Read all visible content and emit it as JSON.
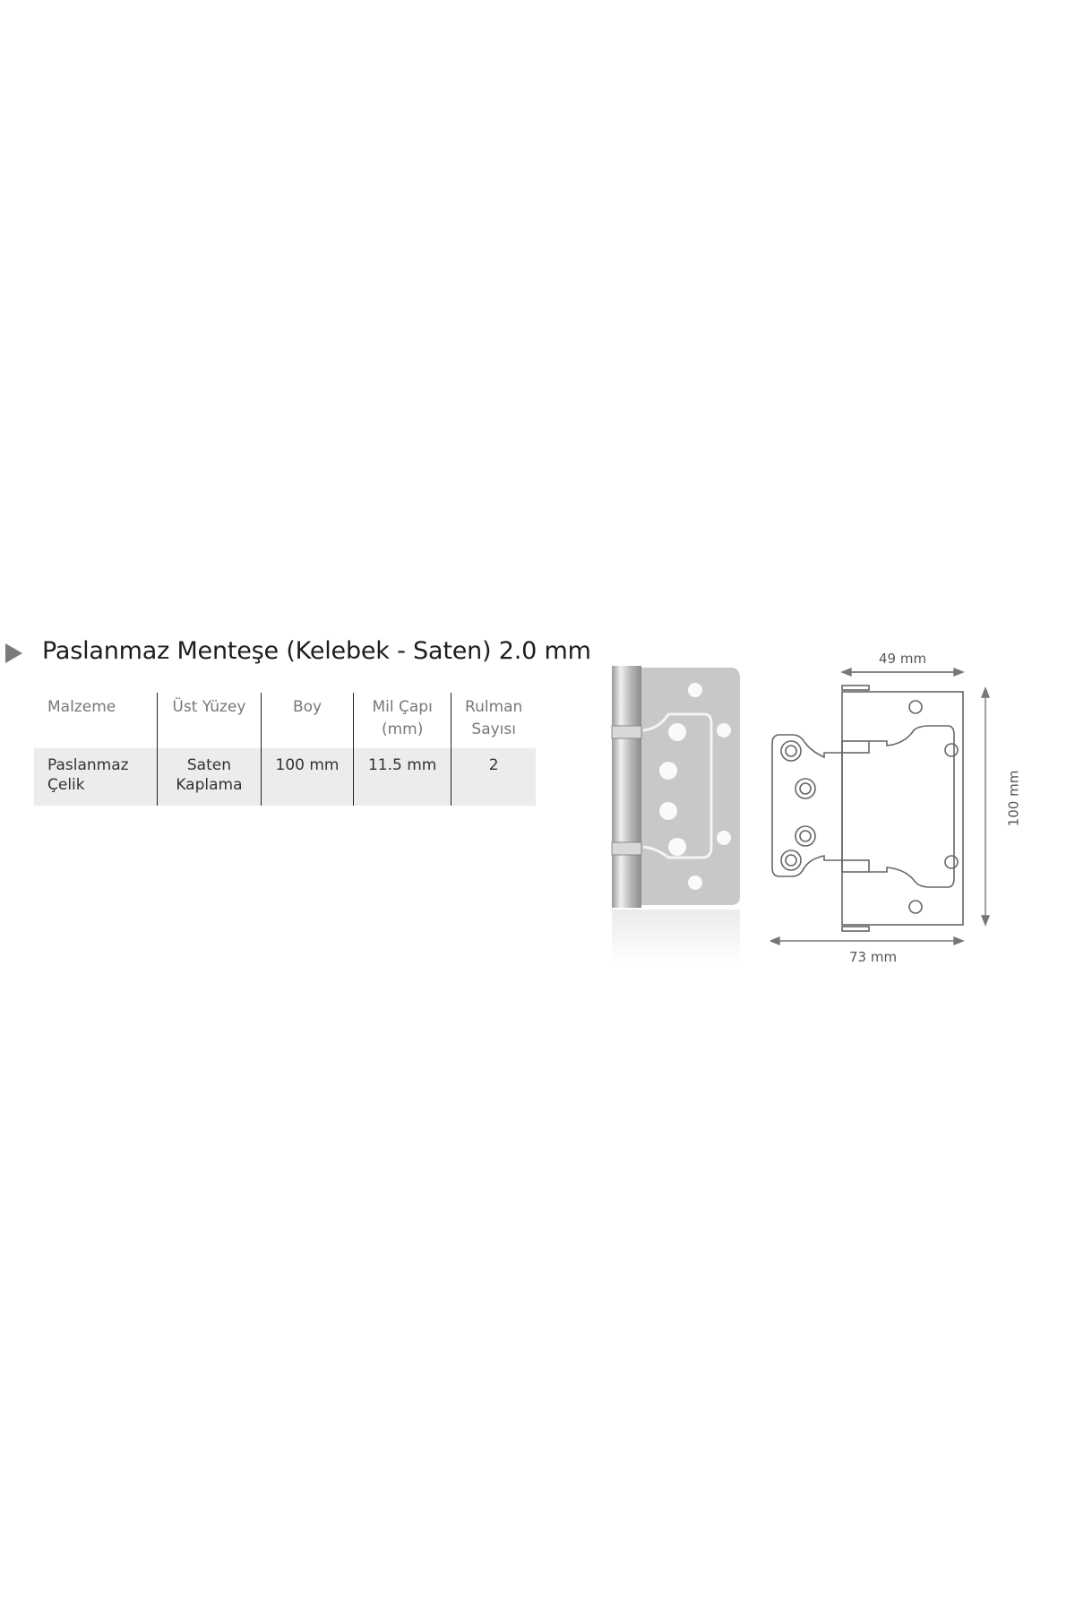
{
  "title": "Paslanmaz Menteşe (Kelebek - Saten) 2.0 mm",
  "table": {
    "headers": [
      [
        "Malzeme"
      ],
      [
        "Üst Yüzey"
      ],
      [
        "Boy"
      ],
      [
        "Mil Çapı",
        "(mm)"
      ],
      [
        "Rulman",
        "Sayısı"
      ]
    ],
    "row": [
      [
        "Paslanmaz",
        "Çelik"
      ],
      [
        "Saten",
        "Kaplama"
      ],
      [
        "100 mm"
      ],
      [
        "11.5 mm"
      ],
      [
        "2"
      ]
    ]
  },
  "dimensions": {
    "width_top": "49 mm",
    "width_bottom": "73 mm",
    "height": "100 mm"
  },
  "colors": {
    "steel": "#c9c9c9",
    "line": "#666666",
    "row_bg": "#ececec"
  }
}
